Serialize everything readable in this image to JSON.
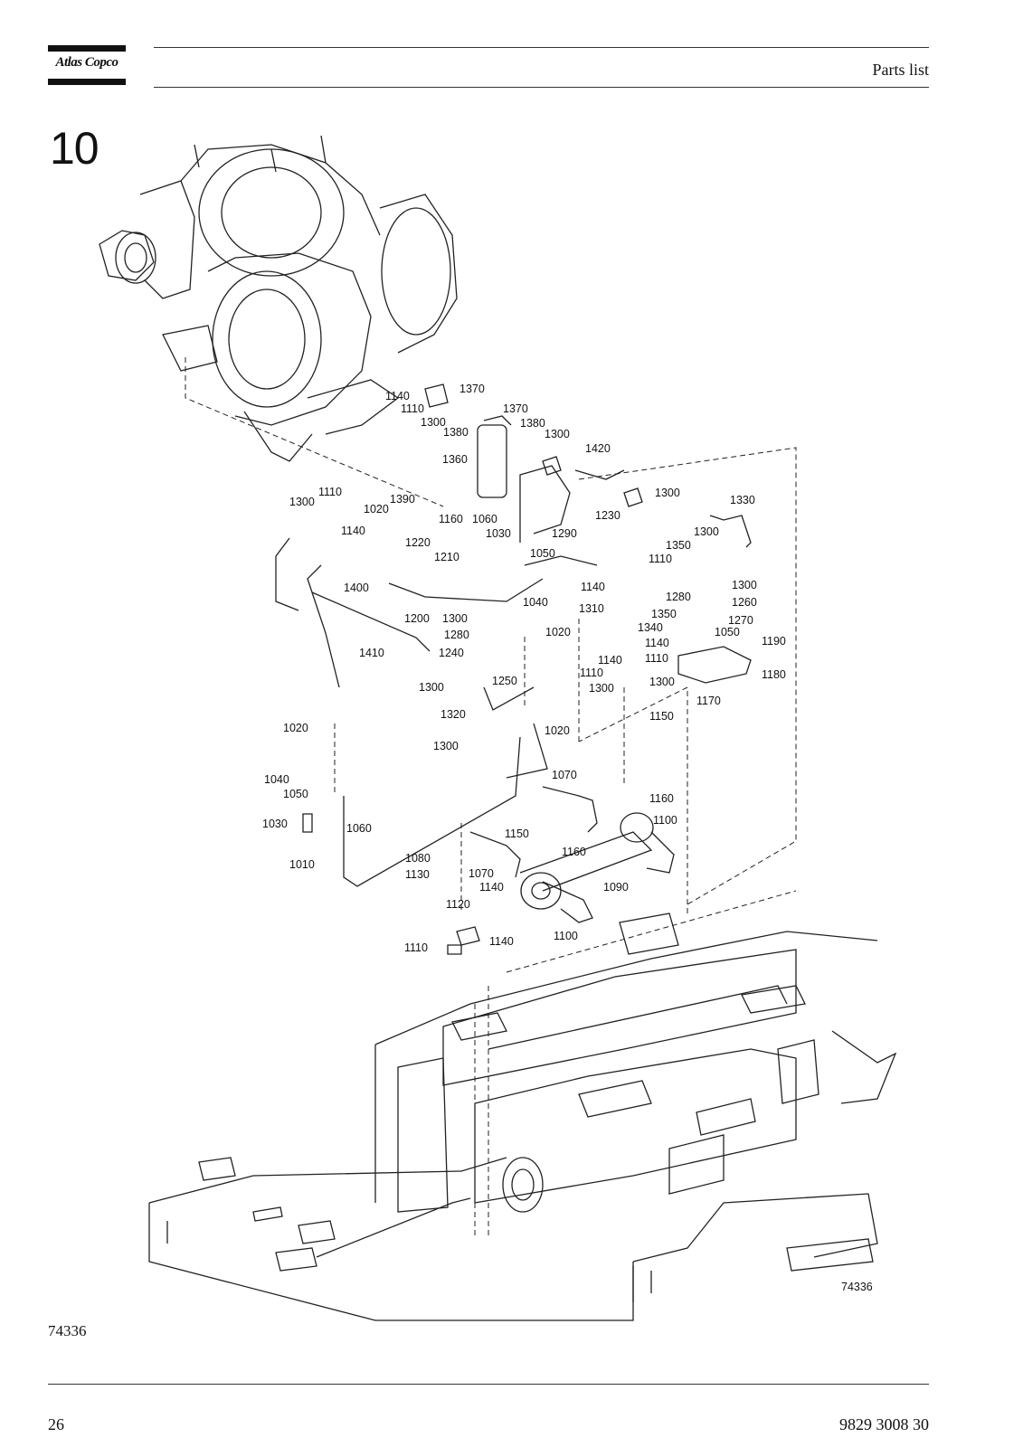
{
  "header": {
    "brand": "Atlas Copco",
    "title": "Parts list"
  },
  "section_number": "10",
  "drawing": {
    "drawing_number": "74336",
    "callouts": [
      "1140",
      "1110",
      "1300",
      "1370",
      "1380",
      "1370",
      "1380",
      "1300",
      "1360",
      "1420",
      "1300",
      "1110",
      "1390",
      "1020",
      "1160",
      "1060",
      "1030",
      "1290",
      "1230",
      "1330",
      "1300",
      "1140",
      "1220",
      "1210",
      "1050",
      "1350",
      "1300",
      "1400",
      "1140",
      "1110",
      "1040",
      "1280",
      "1300",
      "1260",
      "1200",
      "1300",
      "1310",
      "1350",
      "1270",
      "1280",
      "1020",
      "1340",
      "1050",
      "1190",
      "1410",
      "1240",
      "1140",
      "1140",
      "1110",
      "1110",
      "1250",
      "1300",
      "1300",
      "1180",
      "1300",
      "1170",
      "1320",
      "1150",
      "1020",
      "1020",
      "1300",
      "1070",
      "1040",
      "1050",
      "1160",
      "1100",
      "1030",
      "1060",
      "1150",
      "1160",
      "1080",
      "1010",
      "1130",
      "1070",
      "1140",
      "1090",
      "1120",
      "1140",
      "1100",
      "1110",
      "74336"
    ]
  },
  "footer": {
    "figure_ref": "74336",
    "page_number": "26",
    "document_number": "9829 3008 30"
  }
}
